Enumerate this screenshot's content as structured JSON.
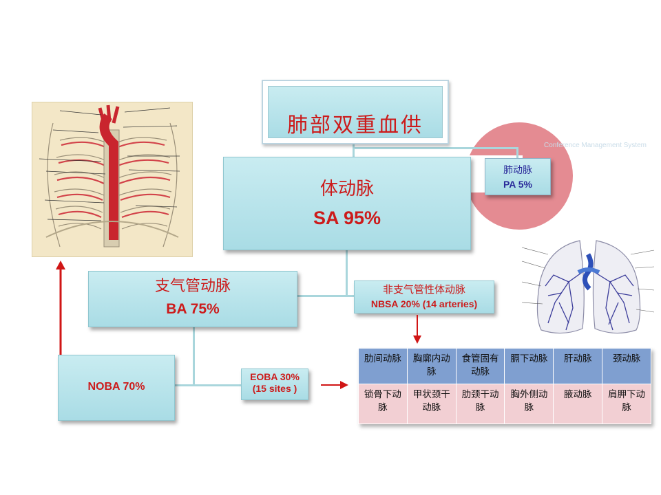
{
  "title_box": {
    "text": "肺部双重血供"
  },
  "sa_box": {
    "cn": "体动脉",
    "en": "SA 95%"
  },
  "pa_box": {
    "cn": "肺动脉",
    "en": "PA 5%"
  },
  "ba_box": {
    "cn": "支气管动脉",
    "en": "BA 75%"
  },
  "nbsa_box": {
    "cn": "非支气管性体动脉",
    "en": "NBSA 20% (14 arteries)"
  },
  "noba_box": {
    "en": "NOBA 70%"
  },
  "eoba_box": {
    "line1": "EOBA 30%",
    "line2": "(15 sites )"
  },
  "watermark": "Conference Management System",
  "artery_table": {
    "row1": [
      "肋间动脉",
      "胸廓内动脉",
      "食管固有动脉",
      "膈下动脉",
      "肝动脉",
      "颈动脉"
    ],
    "row2": [
      "锁骨下动脉",
      "甲状颈干动脉",
      "肋颈干动脉",
      "胸外侧动脉",
      "腋动脉",
      "肩胛下动脉"
    ]
  },
  "colors": {
    "box_fill": "#b9e4ea",
    "text_red": "#cc1b1b",
    "pa_text_blue": "#2a2a9a",
    "arrow_red": "#d01515",
    "table_header_blue": "#7f9fd0",
    "table_row_pink": "#f2cfd3",
    "circle_pink": "#e48b92"
  }
}
